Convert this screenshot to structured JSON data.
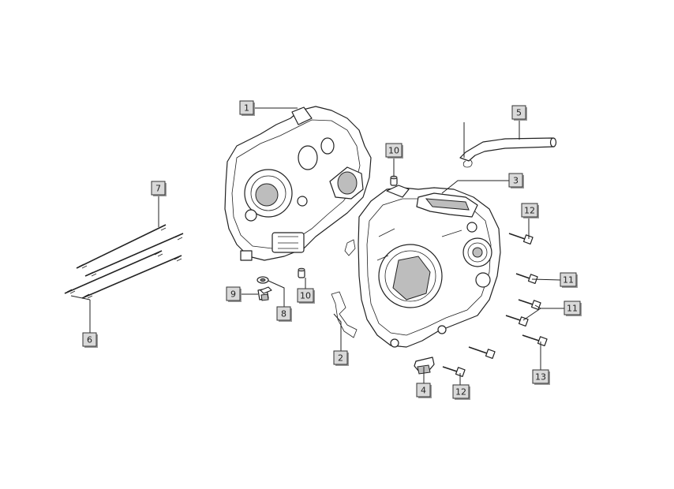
{
  "callouts": [
    {
      "id": "c1",
      "label": "1"
    },
    {
      "id": "c2",
      "label": "2"
    },
    {
      "id": "c3",
      "label": "3"
    },
    {
      "id": "c4",
      "label": "4"
    },
    {
      "id": "c5",
      "label": "5"
    },
    {
      "id": "c6",
      "label": "6"
    },
    {
      "id": "c7",
      "label": "7"
    },
    {
      "id": "c8",
      "label": "8"
    },
    {
      "id": "c9",
      "label": "9"
    },
    {
      "id": "c10a",
      "label": "10"
    },
    {
      "id": "c10b",
      "label": "10"
    },
    {
      "id": "c11a",
      "label": "11"
    },
    {
      "id": "c11b",
      "label": "11"
    },
    {
      "id": "c12a",
      "label": "12"
    },
    {
      "id": "c12b",
      "label": "12"
    },
    {
      "id": "c13",
      "label": "13"
    }
  ]
}
